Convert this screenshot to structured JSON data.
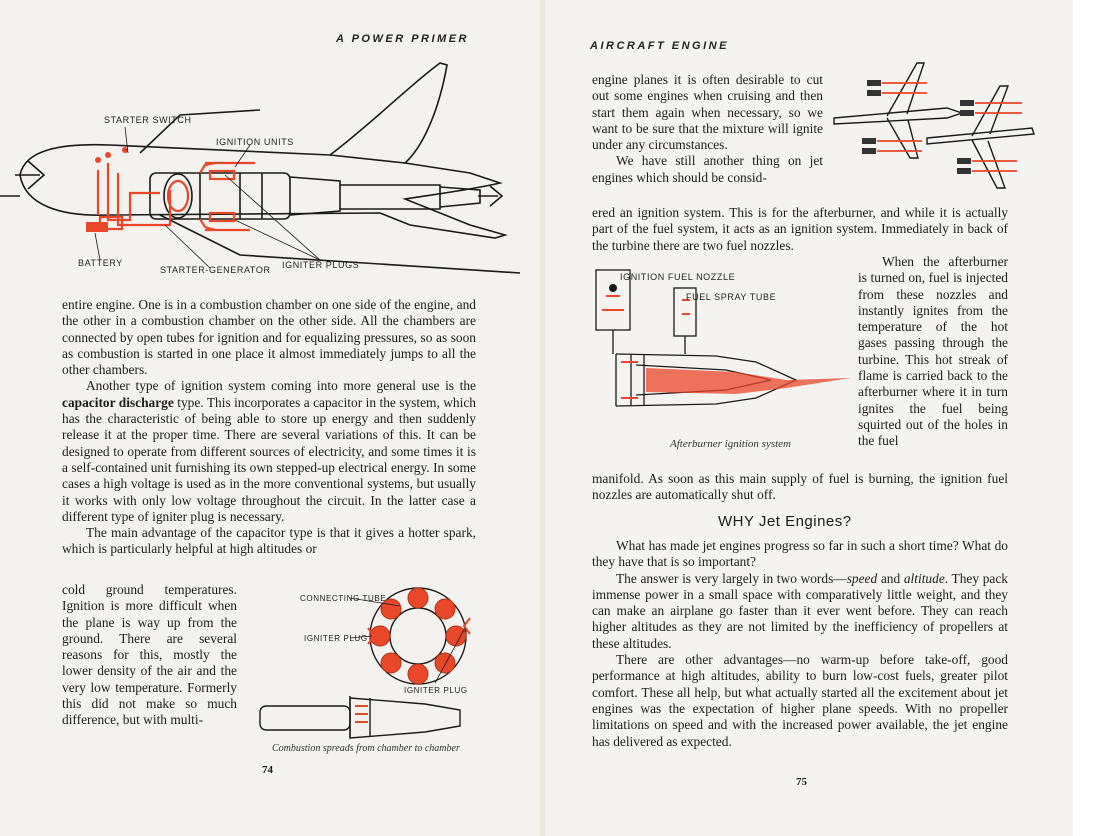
{
  "left_page": {
    "running_head": "A POWER PRIMER",
    "figure1_labels": {
      "starter_switch": "STARTER SWITCH",
      "ignition_units": "IGNITION UNITS",
      "battery": "BATTERY",
      "starter_generator": "STARTER-GENERATOR",
      "igniter_plugs": "IGNITER PLUGS"
    },
    "para1": "entire engine. One is in a combustion chamber on one side of the engine, and the other in a combustion chamber on the other side. All the chambers are connected by open tubes for ignition and for equalizing pressures, so as soon as combustion is started in one place it almost immediately jumps to all the other chambers.",
    "para2_a": "Another type of ignition system coming into more general use is the ",
    "para2_bold": "capacitor discharge",
    "para2_b": " type. This incorporates a capacitor in the system, which has the characteristic of being able to store up energy and then suddenly release it at the proper time. There are several variations of this. It can be designed to operate from different sources of electricity, and some times it is a self-contained unit furnishing its own stepped-up electrical energy. In some cases a high voltage is used as in the more conventional systems, but usually it works with only low voltage throughout the circuit. In the latter case a different type of igniter plug is necessary.",
    "para3_full": "The main advantage of the capacitor type is that it gives a hotter spark, which is particularly helpful at high altitudes or",
    "para3_narrow": "cold ground temperatures. Ignition is more difficult when the plane is way up from the ground. There are several reasons for this, mostly the lower density of the air and the very low temperature. Formerly this did not make so much difference, but with multi-",
    "figure2_labels": {
      "connecting_tube": "CONNECTING TUBE",
      "igniter_plug_left": "IGNITER PLUG",
      "igniter_plug_right": "IGNITER PLUG"
    },
    "figure2_caption": "Combustion spreads from chamber to chamber",
    "page_number": "74"
  },
  "right_page": {
    "running_head": "AIRCRAFT ENGINE",
    "para1_narrow": "engine planes it is often desirable to cut out some engines when cruising and then start them again when necessary, so we want to be sure that the mixture will ignite under any circumstances.",
    "para2_narrow": "We have still another thing on jet engines which should be consid-",
    "para2_full": "ered an ignition system. This is for the afterburner, and while it is actually part of the fuel system, it acts as an ignition system. Immediately in back of the turbine there are two fuel nozzles.",
    "para3_column": "When the afterburner is turned on, fuel is injected from these nozzles and instantly ignites from the temperature of the hot gases passing through the turbine. This hot streak of flame is carried back to the afterburner where it in turn ignites the fuel being squirted out of the holes in the fuel",
    "para3_full": "manifold. As soon as this main supply of fuel is burning, the ignition fuel nozzles are automatically shut off.",
    "figure3_labels": {
      "ignition_fuel_nozzle": "IGNITION FUEL NOZZLE",
      "fuel_spray_tube": "FUEL SPRAY TUBE"
    },
    "figure3_caption": "Afterburner ignition system",
    "section_heading": "WHY Jet Engines?",
    "para4": "What has made jet engines progress so far in such a short time? What do they have that is so important?",
    "para5_a": "The answer is very largely in two words—",
    "para5_speed": "speed",
    "para5_and": " and ",
    "para5_altitude": "altitude",
    "para5_b": ". They pack immense power in a small space with comparatively little weight, and they can make an airplane go faster than it ever went before. They can reach higher altitudes as they are not limited by the inefficiency of propellers at these altitudes.",
    "para6": "There are other advantages—no warm-up before take-off, good performance at high altitudes, ability to burn low-cost fuels, greater pilot comfort. These all help, but what actually started all the excitement about jet engines was the expectation of higher plane speeds. With no propeller limitations on speed and with the increased power available, the jet engine has delivered as expected.",
    "page_number": "75"
  },
  "colors": {
    "paper": "#f4f2ee",
    "ink": "#1c1c1c",
    "accent_red": "#e8472a"
  }
}
